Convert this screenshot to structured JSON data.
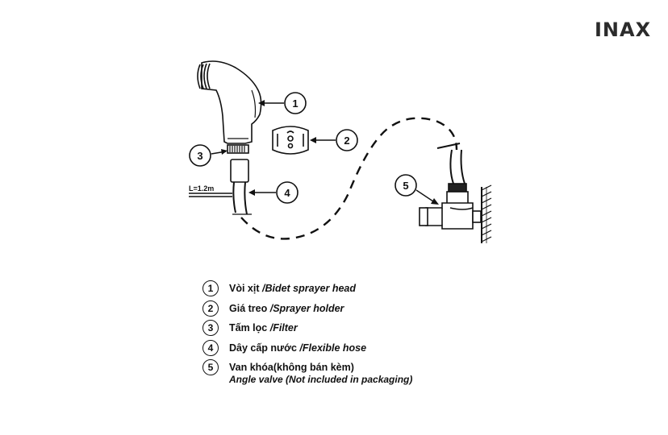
{
  "brand": {
    "logo_text": "INAX"
  },
  "diagram": {
    "callouts": [
      "1",
      "2",
      "3",
      "4",
      "5"
    ],
    "hose_length_label": "L=1.2m"
  },
  "legend": {
    "items": [
      {
        "number": "1",
        "vi": "Vòi xịt ",
        "en": "/Bidet sprayer head"
      },
      {
        "number": "2",
        "vi": "Giá treo ",
        "en": "/Sprayer holder"
      },
      {
        "number": "3",
        "vi": "Tấm lọc ",
        "en": "/Filter"
      },
      {
        "number": "4",
        "vi": "Dây cấp nước ",
        "en": "/Flexible hose"
      },
      {
        "number": "5",
        "vi": "Van khóa(không bán kèm)",
        "en": ""
      }
    ],
    "item5_subline": "Angle valve (Not included in packaging)"
  }
}
